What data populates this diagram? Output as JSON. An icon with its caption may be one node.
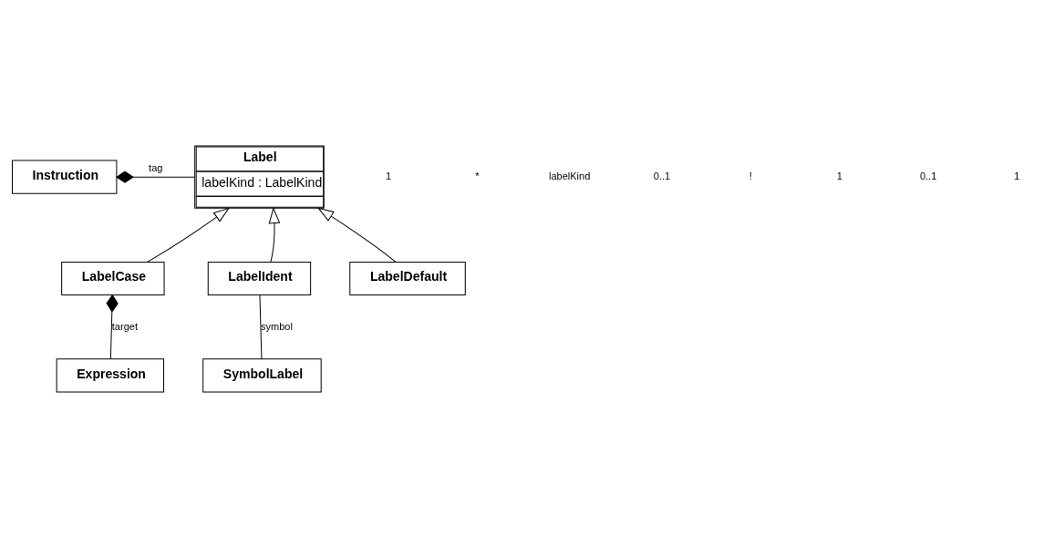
{
  "diagram": {
    "nodes": [
      {
        "text": [
          "Instruction"
        ]
      },
      {
        "text": [
          "Label",
          "labelKind : LabelKind"
        ]
      },
      {
        "text": [
          "LabelCase"
        ]
      },
      {
        "text": [
          "LabelIdent"
        ]
      },
      {
        "text": [
          "LabelDefault"
        ]
      },
      {
        "text": [
          "Expression"
        ]
      },
      {
        "text": [
          "SymbolLabel"
        ]
      }
    ],
    "edges": [
      {
        "from": 0,
        "to": 1,
        "arrow": "other",
        "label": "tag"
      },
      {
        "from": 2,
        "to": 1,
        "arrow": "to"
      },
      {
        "from": 3,
        "to": 1,
        "arrow": "to"
      },
      {
        "from": 4,
        "to": 1,
        "arrow": "to"
      },
      {
        "from": 2,
        "to": 5,
        "arrow": "other",
        "label": "target"
      },
      {
        "from": 3,
        "to": 6,
        "arrow": "none",
        "label": "symbol"
      }
    ],
    "labels": [
      "1",
      "*",
      "labelKind",
      "0..1",
      "!",
      "1",
      "0..1",
      "1"
    ]
  }
}
